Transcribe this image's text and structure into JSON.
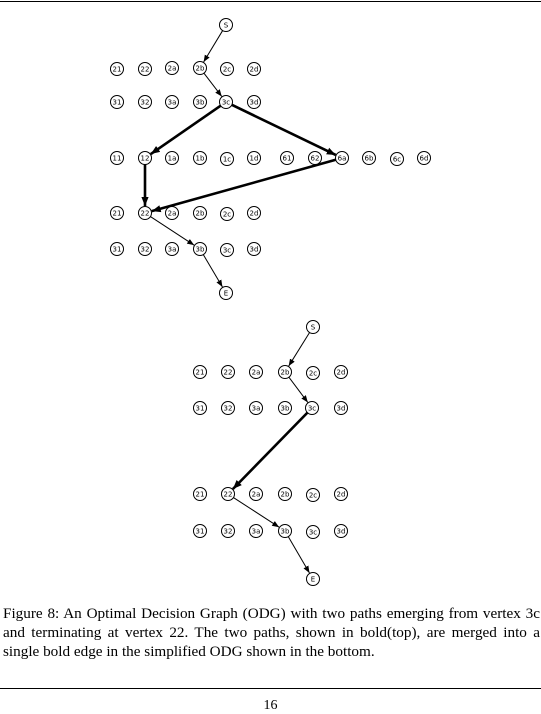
{
  "figures": [
    {
      "id": "top",
      "nodes": [
        {
          "id": "S",
          "label": "S"
        },
        {
          "id": "21a",
          "label": "21"
        },
        {
          "id": "22a",
          "label": "22"
        },
        {
          "id": "2aa",
          "label": "2a"
        },
        {
          "id": "2ba",
          "label": "2b"
        },
        {
          "id": "2ca",
          "label": "2c"
        },
        {
          "id": "2da",
          "label": "2d"
        },
        {
          "id": "31a",
          "label": "31"
        },
        {
          "id": "32a",
          "label": "32"
        },
        {
          "id": "3aa",
          "label": "3a"
        },
        {
          "id": "3ba",
          "label": "3b"
        },
        {
          "id": "3ca",
          "label": "3c"
        },
        {
          "id": "3da",
          "label": "3d"
        },
        {
          "id": "11",
          "label": "11"
        },
        {
          "id": "12",
          "label": "12"
        },
        {
          "id": "1a",
          "label": "1a"
        },
        {
          "id": "1b",
          "label": "1b"
        },
        {
          "id": "1c",
          "label": "1c"
        },
        {
          "id": "1d",
          "label": "1d"
        },
        {
          "id": "61",
          "label": "61"
        },
        {
          "id": "62",
          "label": "62"
        },
        {
          "id": "6a",
          "label": "6a"
        },
        {
          "id": "6b",
          "label": "6b"
        },
        {
          "id": "6c",
          "label": "6c"
        },
        {
          "id": "6d",
          "label": "6d"
        },
        {
          "id": "21b",
          "label": "21"
        },
        {
          "id": "22b",
          "label": "22"
        },
        {
          "id": "2ab",
          "label": "2a"
        },
        {
          "id": "2bb",
          "label": "2b"
        },
        {
          "id": "2cb",
          "label": "2c"
        },
        {
          "id": "2db",
          "label": "2d"
        },
        {
          "id": "31b",
          "label": "31"
        },
        {
          "id": "32b",
          "label": "32"
        },
        {
          "id": "3ab",
          "label": "3a"
        },
        {
          "id": "3bb",
          "label": "3b"
        },
        {
          "id": "3cb",
          "label": "3c"
        },
        {
          "id": "3db",
          "label": "3d"
        },
        {
          "id": "E",
          "label": "E"
        }
      ],
      "edges": [
        {
          "from": "S",
          "to": "2ba",
          "bold": false
        },
        {
          "from": "2ba",
          "to": "3ca",
          "bold": false
        },
        {
          "from": "3ca",
          "to": "12",
          "bold": true
        },
        {
          "from": "3ca",
          "to": "6a",
          "bold": true
        },
        {
          "from": "12",
          "to": "22b",
          "bold": true
        },
        {
          "from": "6a",
          "to": "22b",
          "bold": true
        },
        {
          "from": "22b",
          "to": "3bb",
          "bold": false
        },
        {
          "from": "3bb",
          "to": "E",
          "bold": false
        }
      ]
    },
    {
      "id": "bottom",
      "nodes": [
        {
          "id": "S",
          "label": "S"
        },
        {
          "id": "21a",
          "label": "21"
        },
        {
          "id": "22a",
          "label": "22"
        },
        {
          "id": "2aa",
          "label": "2a"
        },
        {
          "id": "2ba",
          "label": "2b"
        },
        {
          "id": "2ca",
          "label": "2c"
        },
        {
          "id": "2da",
          "label": "2d"
        },
        {
          "id": "31a",
          "label": "31"
        },
        {
          "id": "32a",
          "label": "32"
        },
        {
          "id": "3aa",
          "label": "3a"
        },
        {
          "id": "3ba",
          "label": "3b"
        },
        {
          "id": "3ca",
          "label": "3c"
        },
        {
          "id": "3da",
          "label": "3d"
        },
        {
          "id": "21b",
          "label": "21"
        },
        {
          "id": "22b",
          "label": "22"
        },
        {
          "id": "2ab",
          "label": "2a"
        },
        {
          "id": "2bb",
          "label": "2b"
        },
        {
          "id": "2cb",
          "label": "2c"
        },
        {
          "id": "2db",
          "label": "2d"
        },
        {
          "id": "31b",
          "label": "31"
        },
        {
          "id": "32b",
          "label": "32"
        },
        {
          "id": "3ab",
          "label": "3a"
        },
        {
          "id": "3bb",
          "label": "3b"
        },
        {
          "id": "3cb",
          "label": "3c"
        },
        {
          "id": "3db",
          "label": "3d"
        },
        {
          "id": "E",
          "label": "E"
        }
      ],
      "edges": [
        {
          "from": "S",
          "to": "2ba",
          "bold": false
        },
        {
          "from": "2ba",
          "to": "3ca",
          "bold": false
        },
        {
          "from": "3ca",
          "to": "22b",
          "bold": true
        },
        {
          "from": "22b",
          "to": "3bb",
          "bold": false
        },
        {
          "from": "3bb",
          "to": "E",
          "bold": false
        }
      ]
    }
  ],
  "caption": "Figure 8: An Optimal Decision Graph (ODG) with two paths emerging from vertex 3c and terminating at vertex 22. The two paths, shown in bold(top), are merged into a single bold edge in the simplified ODG shown in the bottom.",
  "page_number": "16"
}
